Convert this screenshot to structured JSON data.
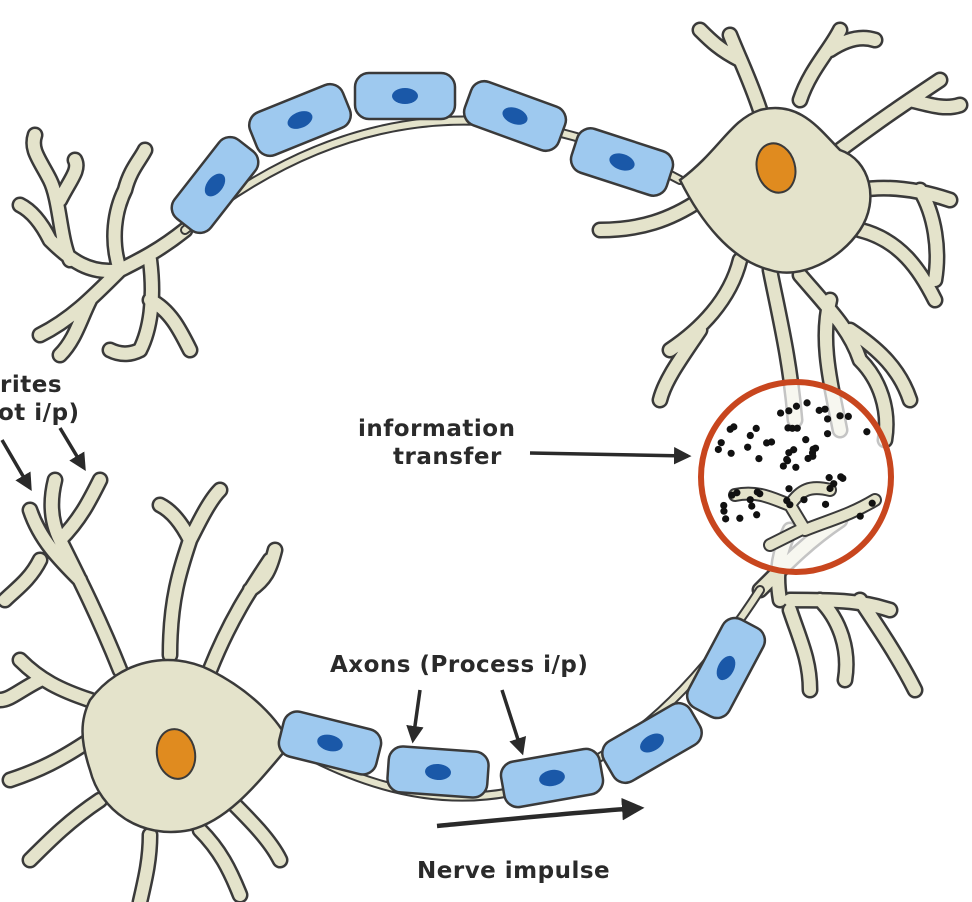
{
  "labels": {
    "dendrites_line1": "rites",
    "dendrites_line2": "ot i/p)",
    "info_line1": "information",
    "info_line2": "transfer",
    "axons": "Axons (Process i/p)",
    "impulse": "Nerve impulse"
  },
  "colors": {
    "cell_fill": "#e4e3cb",
    "outline": "#3a3a3a",
    "myelin": "#9ec9ef",
    "myelin_nucleus": "#1a58a8",
    "soma_nucleus": "#e08b1f",
    "synapse_circle": "#c8461e"
  }
}
